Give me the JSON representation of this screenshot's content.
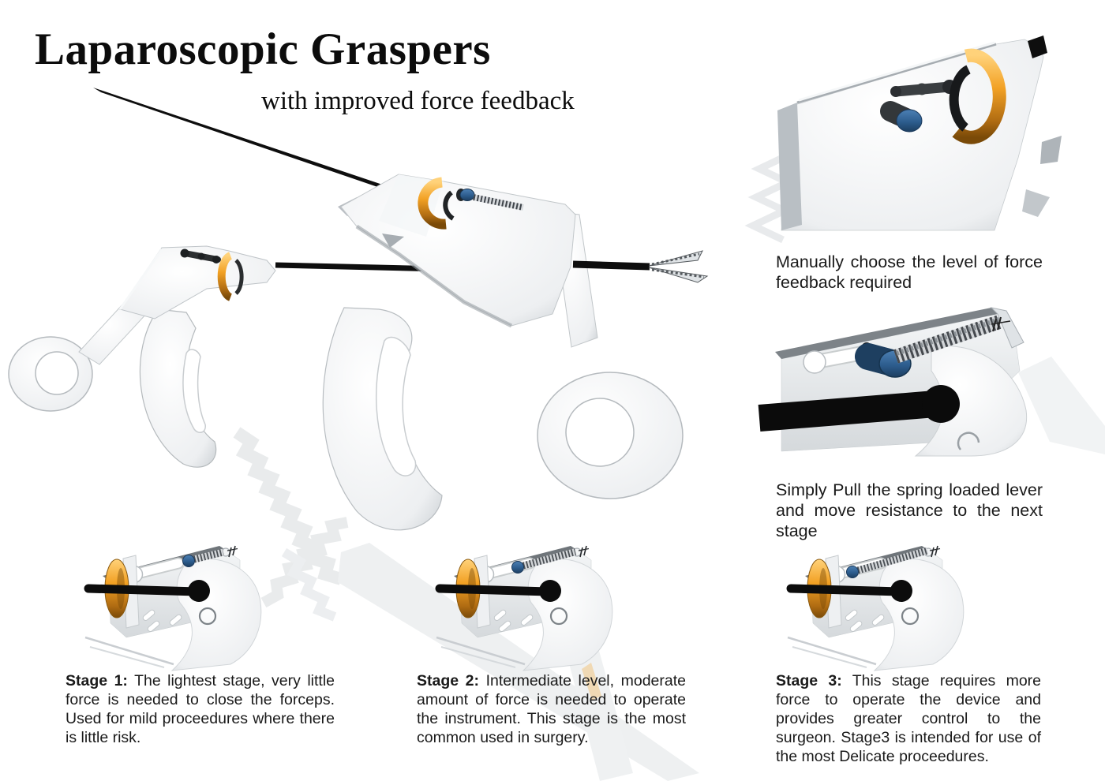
{
  "poster": {
    "title": "Laparoscopic Graspers",
    "subtitle": "with improved force feedback"
  },
  "callouts": {
    "selector": "Manually choose the level of force feedback required",
    "lever": "Simply Pull the spring loaded lever and move resistance to the next stage"
  },
  "stages": [
    {
      "label": "Stage 1:",
      "text": "The lightest stage, very little force is needed to close the forceps. Used for mild proceedures where there is little risk."
    },
    {
      "label": "Stage 2:",
      "text": "Intermediate level, moderate amount of force is needed to operate the instrument. This stage is the most common used in surgery."
    },
    {
      "label": "Stage 3:",
      "text": "This stage requires more force to operate the device and provides greater control to the surgeon. Stage3 is intended for use of the most Delicate proceedures."
    }
  ],
  "figures": [
    "main-grasper-illustration",
    "secondary-grasper-illustration",
    "force-selector-closeup",
    "spring-lever-closeup",
    "stage-1-mechanism",
    "stage-2-mechanism",
    "stage-3-mechanism"
  ],
  "colors": {
    "accent_orange": "#F2A124",
    "pin_blue": "#2D5D8E",
    "shaft_black": "#0E0E0E",
    "body_gray": "#E2E5E8"
  }
}
